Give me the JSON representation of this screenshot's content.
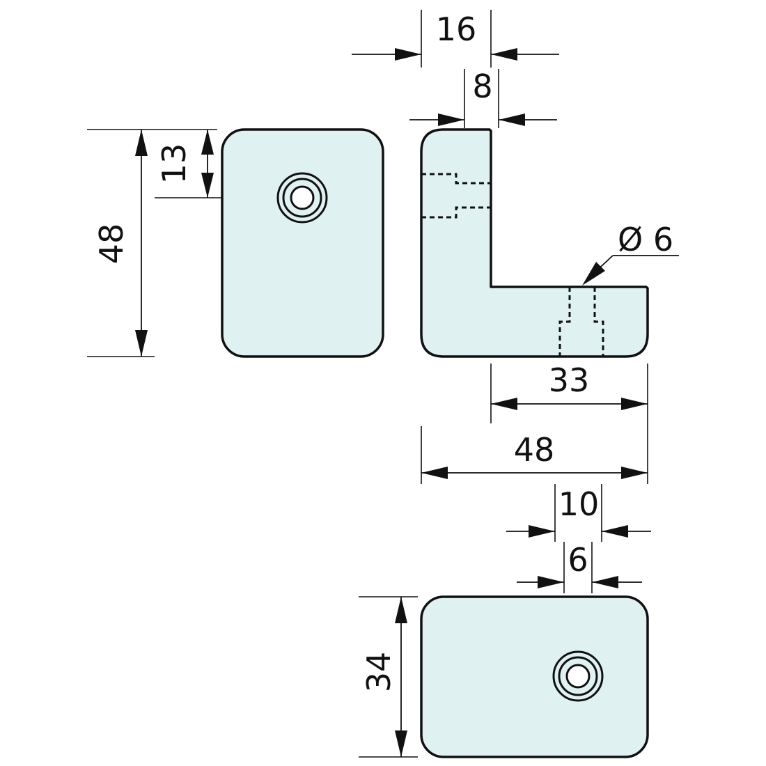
{
  "colors": {
    "part_fill": "#dff1f1",
    "line": "#111111",
    "background": "#ffffff"
  },
  "dimensions": {
    "side_height": "48",
    "hole_offset_top": "13",
    "top_width": "16",
    "wall_thickness": "8",
    "hole_diameter": "Ø 6",
    "base_length": "33",
    "overall_length": "48",
    "counterbore_width": "10",
    "hole_width": "6",
    "bottom_depth": "34"
  }
}
